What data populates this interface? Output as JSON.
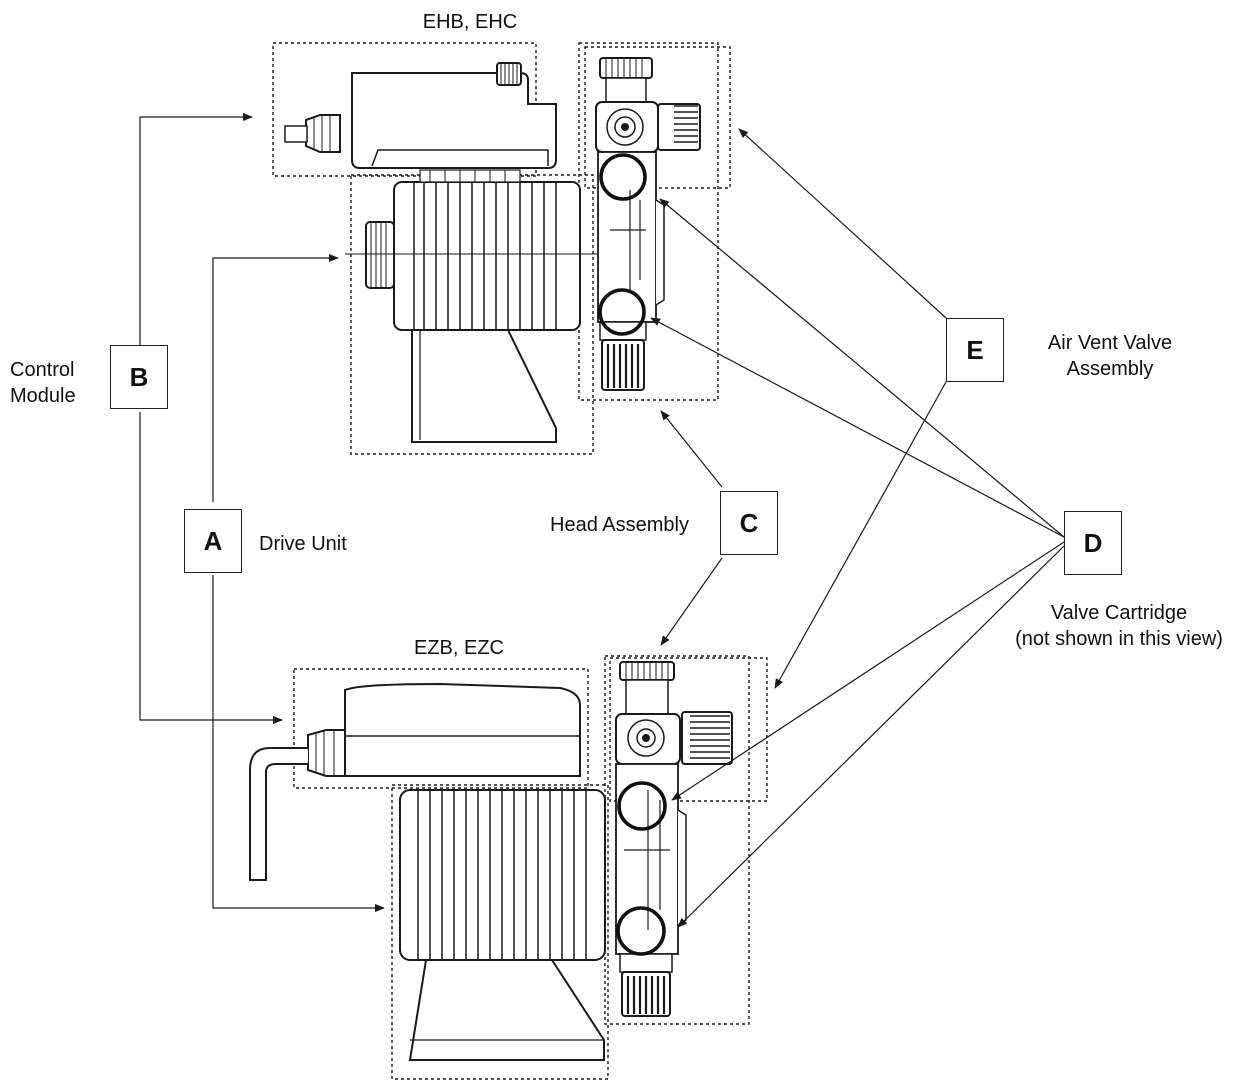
{
  "title_top": "EHB, EHC",
  "title_bottom": "EZB, EZC",
  "keys": {
    "a": "A",
    "b": "B",
    "c": "C",
    "d": "D",
    "e": "E"
  },
  "labels": {
    "control_module_1": "Control",
    "control_module_2": "Module",
    "drive_unit": "Drive Unit",
    "head_assembly": "Head Assembly",
    "air_vent_1": "Air Vent Valve",
    "air_vent_2": "Assembly",
    "valve_cartridge_1": "Valve Cartridge",
    "valve_cartridge_2": "(not shown in this view)"
  },
  "colors": {
    "line": "#1a1a1a",
    "paper": "#ffffff"
  }
}
